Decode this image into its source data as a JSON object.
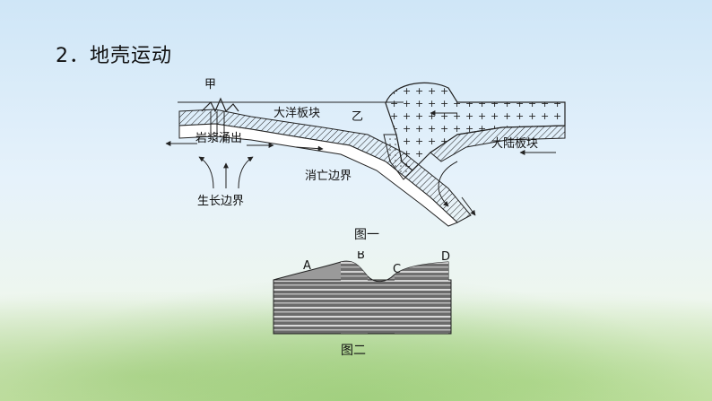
{
  "title": "2．地壳运动",
  "figure1": {
    "labels": {
      "jia": "甲",
      "yi": "乙",
      "oceanic_plate": "大洋板块",
      "continental_plate": "大陆板块",
      "magma": "岩浆涌出",
      "subduction": "消亡边界",
      "growth": "生长边界"
    },
    "caption": "图一"
  },
  "figure2": {
    "labels": {
      "a": "A",
      "b": "B",
      "c": "C",
      "d": "D"
    },
    "caption": "图二"
  }
}
